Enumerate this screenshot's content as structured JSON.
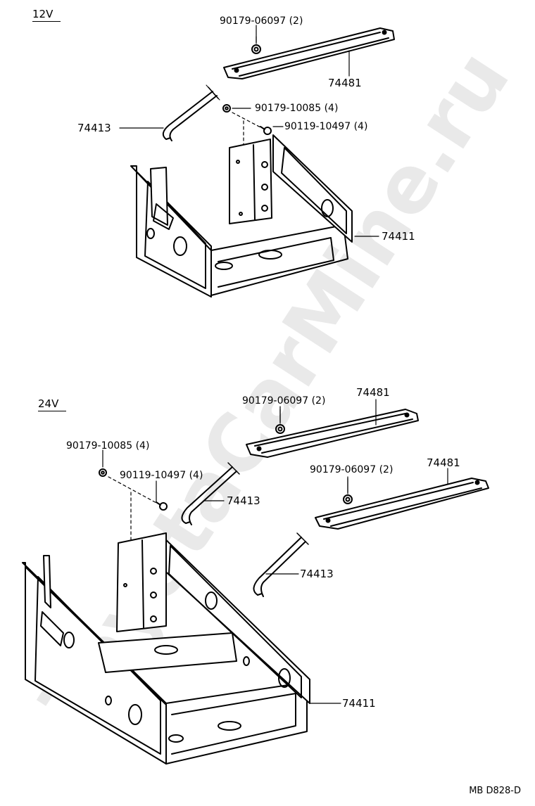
{
  "sections": {
    "s12v": "12V",
    "s24v": "24V"
  },
  "labels": {
    "l12_nut_top": "90179-06097 (2)",
    "l12_clamp": "74481",
    "l12_bolt": "74413",
    "l12_nut_small": "90179-10085 (4)",
    "l12_screw": "90119-10497 (4)",
    "l12_tray": "74411",
    "l24_nut_a": "90179-06097 (2)",
    "l24_clamp_a": "74481",
    "l24_nut_small": "90179-10085 (4)",
    "l24_screw": "90119-10497 (4)",
    "l24_bolt_a": "74413",
    "l24_nut_b": "90179-06097 (2)",
    "l24_clamp_b": "74481",
    "l24_bolt_b": "74413",
    "l24_tray": "74411"
  },
  "watermark": "ToyotaCarMine.ru",
  "diagram_code": "MB D828-D",
  "colors": {
    "ink": "#000000",
    "watermark": "#e9e9e9"
  }
}
